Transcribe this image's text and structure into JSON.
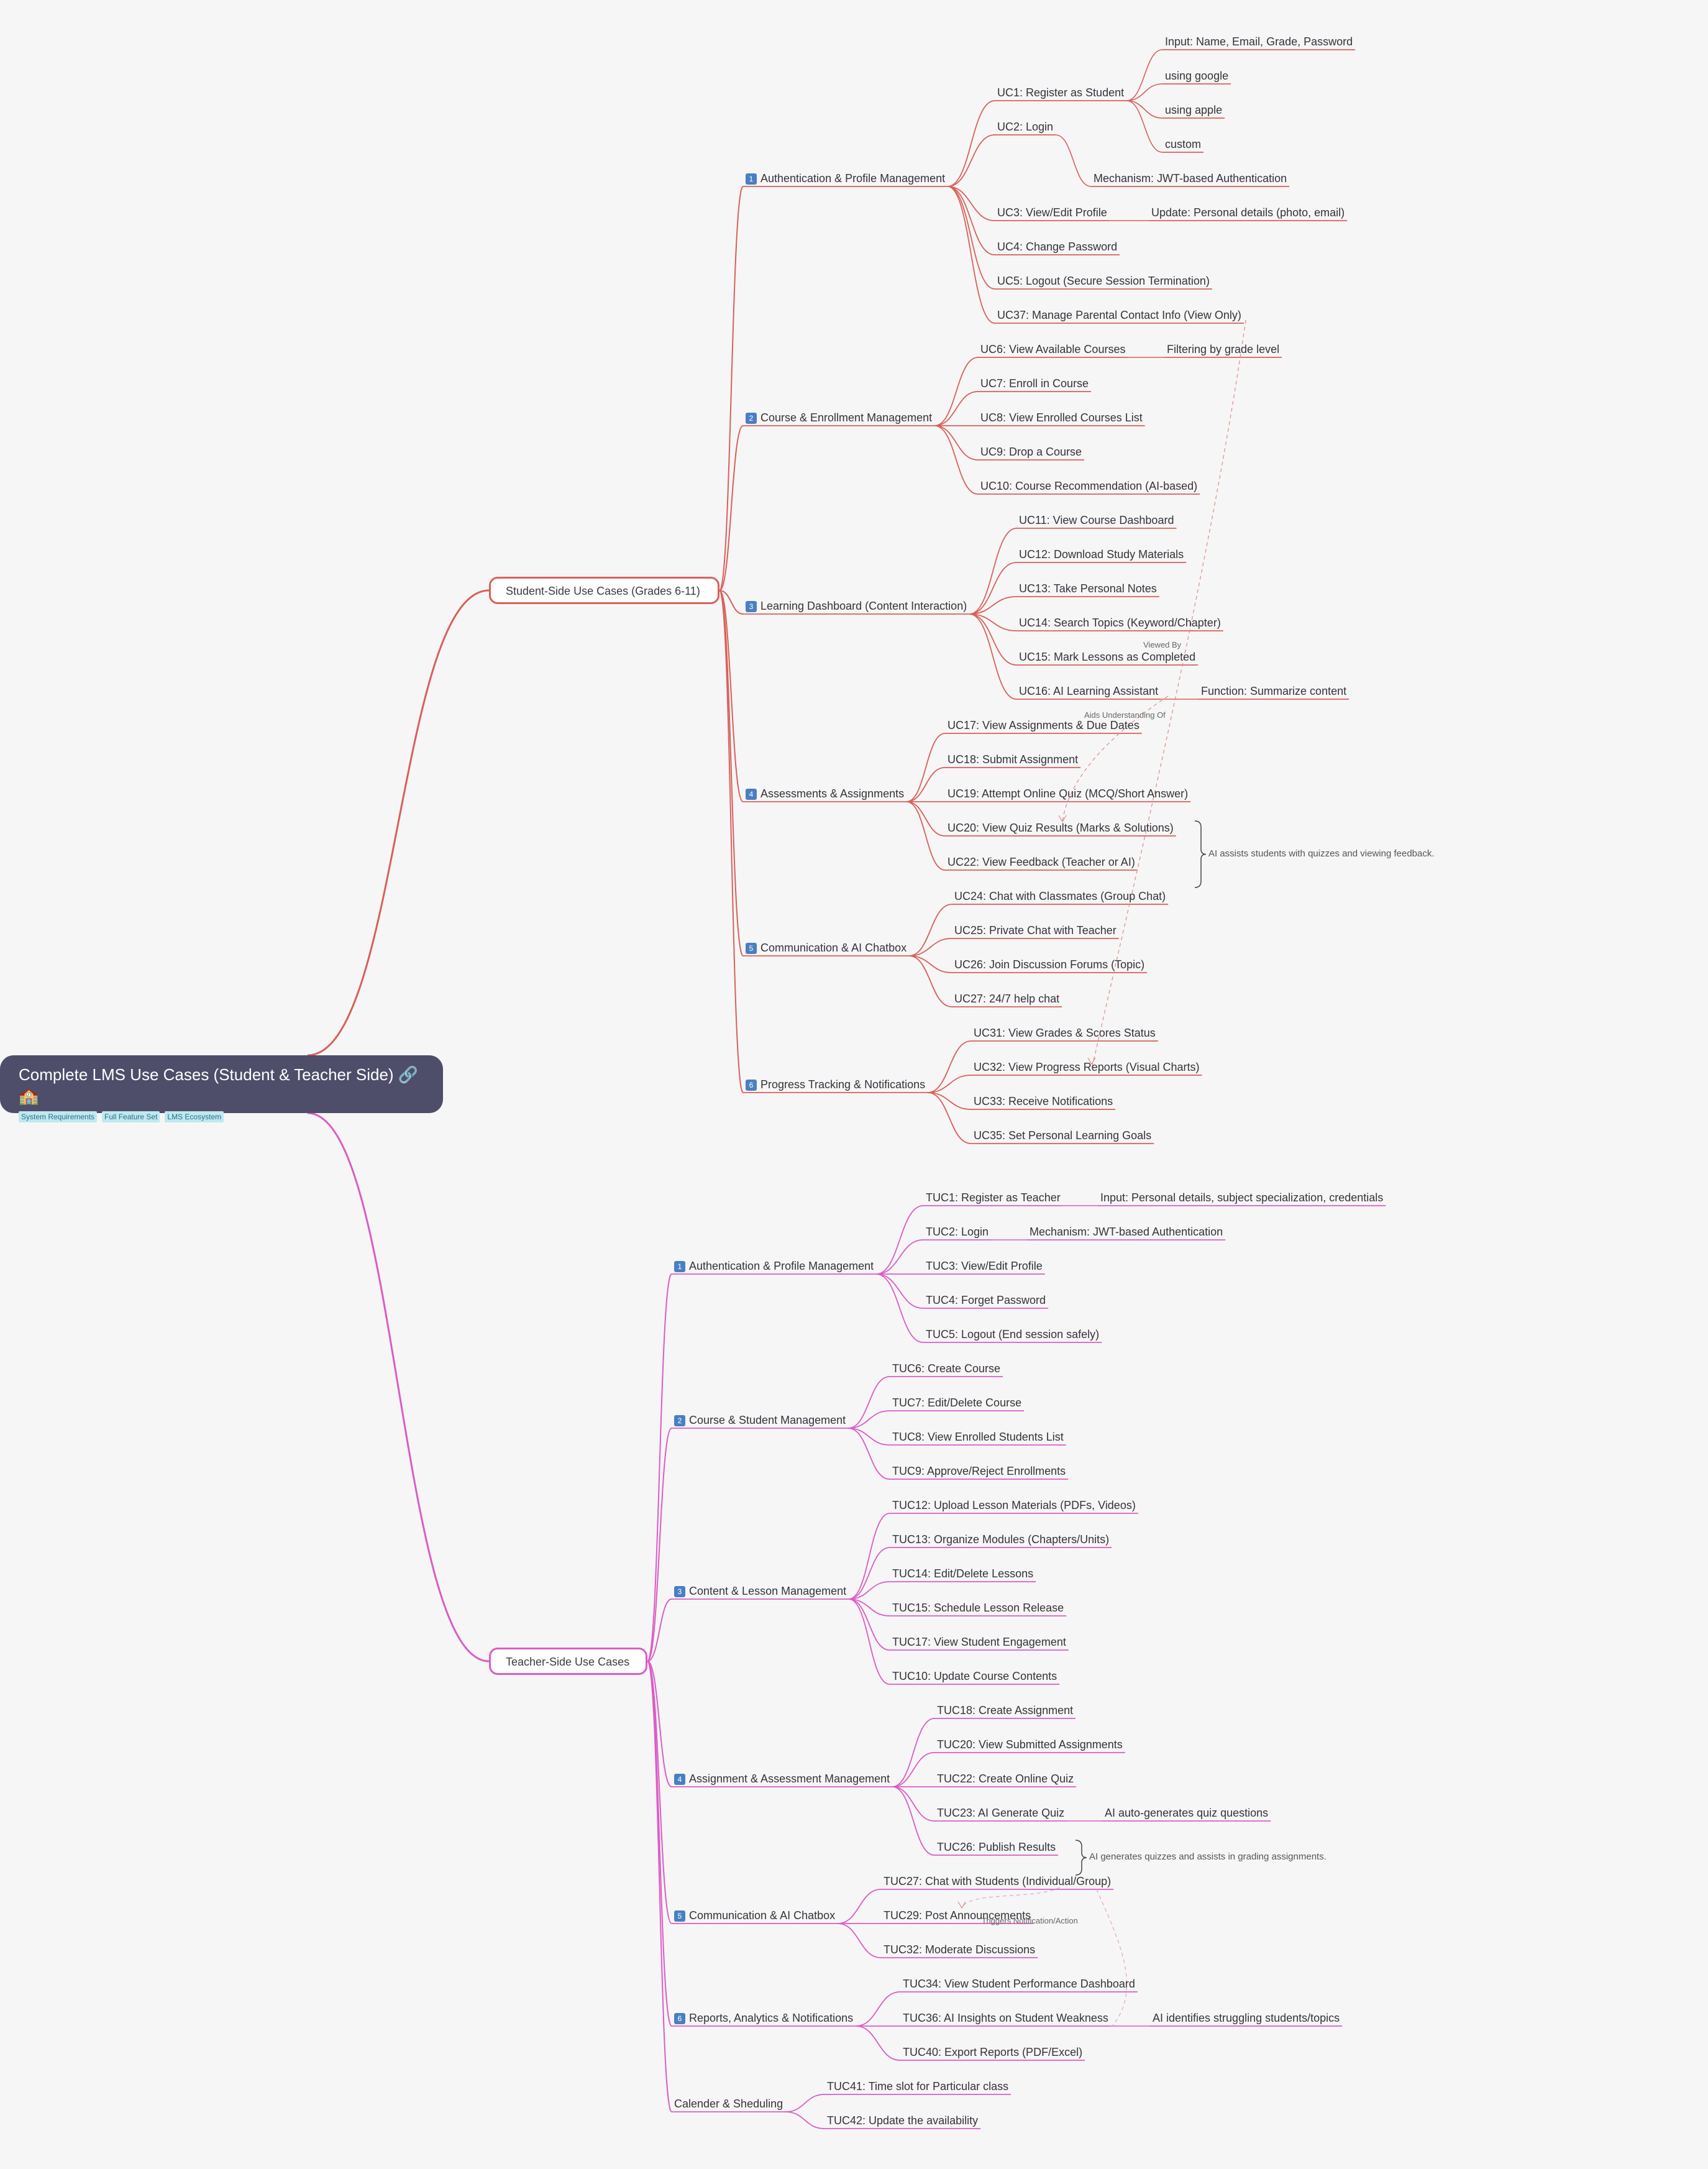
{
  "root": {
    "title": "Complete LMS Use Cases (Student & Teacher Side) 🔗🏫",
    "tags": [
      "System Requirements",
      "Full Feature Set",
      "LMS Ecosystem"
    ]
  },
  "colors": {
    "student": "#d9605a",
    "teacher": "#db5cc5",
    "root_bg": "#4e4e6a"
  },
  "student": {
    "label": "Student-Side Use Cases (Grades 6-11)",
    "sections": [
      {
        "num": "1",
        "label": "Authentication & Profile Management",
        "items": [
          {
            "label": "UC1: Register as Student",
            "children": [
              "Input: Name, Email, Grade, Password",
              "using google",
              "using apple",
              "custom"
            ]
          },
          {
            "label": "UC2: Login",
            "children": [
              "Mechanism: JWT-based Authentication"
            ]
          },
          {
            "label": "UC3: View/Edit Profile",
            "children": [
              "Update: Personal details (photo, email)"
            ]
          },
          {
            "label": "UC4: Change Password"
          },
          {
            "label": "UC5: Logout (Secure Session Termination)"
          },
          {
            "label": "UC37: Manage Parental Contact Info (View Only)"
          }
        ]
      },
      {
        "num": "2",
        "label": "Course & Enrollment Management",
        "items": [
          {
            "label": "UC6: View Available Courses",
            "children": [
              "Filtering by grade level"
            ]
          },
          {
            "label": "UC7: Enroll in Course"
          },
          {
            "label": "UC8: View Enrolled Courses List"
          },
          {
            "label": "UC9: Drop a Course"
          },
          {
            "label": "UC10: Course Recommendation (AI-based)"
          }
        ]
      },
      {
        "num": "3",
        "label": "Learning Dashboard (Content Interaction)",
        "items": [
          {
            "label": "UC11: View Course Dashboard"
          },
          {
            "label": "UC12: Download Study Materials"
          },
          {
            "label": "UC13: Take Personal Notes"
          },
          {
            "label": "UC14: Search Topics (Keyword/Chapter)"
          },
          {
            "label": "UC15: Mark Lessons as Completed"
          },
          {
            "label": "UC16: AI Learning Assistant",
            "children": [
              "Function: Summarize content"
            ]
          }
        ]
      },
      {
        "num": "4",
        "label": "Assessments & Assignments",
        "items": [
          {
            "label": "UC17: View Assignments & Due Dates"
          },
          {
            "label": "UC18: Submit Assignment"
          },
          {
            "label": "UC19: Attempt Online Quiz (MCQ/Short Answer)"
          },
          {
            "label": "UC20: View Quiz Results (Marks & Solutions)"
          },
          {
            "label": "UC22: View Feedback (Teacher or AI)"
          }
        ],
        "summary": "AI assists students with quizzes and viewing feedback."
      },
      {
        "num": "5",
        "label": "Communication & AI Chatbox",
        "items": [
          {
            "label": "UC24: Chat with Classmates (Group Chat)"
          },
          {
            "label": "UC25: Private Chat with Teacher"
          },
          {
            "label": "UC26: Join Discussion Forums (Topic)"
          },
          {
            "label": "UC27: 24/7 help chat"
          }
        ]
      },
      {
        "num": "6",
        "label": "Progress Tracking & Notifications",
        "items": [
          {
            "label": "UC31: View Grades & Scores Status"
          },
          {
            "label": "UC32: View Progress Reports (Visual Charts)"
          },
          {
            "label": "UC33: Receive Notifications"
          },
          {
            "label": "UC35: Set Personal Learning Goals"
          }
        ]
      }
    ]
  },
  "teacher": {
    "label": "Teacher-Side Use Cases",
    "sections": [
      {
        "num": "1",
        "label": "Authentication & Profile Management",
        "items": [
          {
            "label": "TUC1: Register as Teacher",
            "children": [
              "Input: Personal details, subject specialization, credentials"
            ]
          },
          {
            "label": "TUC2: Login",
            "children": [
              "Mechanism: JWT-based Authentication"
            ]
          },
          {
            "label": "TUC3: View/Edit Profile"
          },
          {
            "label": "TUC4: Forget Password"
          },
          {
            "label": "TUC5: Logout (End session safely)"
          }
        ]
      },
      {
        "num": "2",
        "label": "Course & Student Management",
        "items": [
          {
            "label": "TUC6: Create Course"
          },
          {
            "label": "TUC7: Edit/Delete Course"
          },
          {
            "label": "TUC8: View Enrolled Students List"
          },
          {
            "label": "TUC9: Approve/Reject Enrollments"
          }
        ]
      },
      {
        "num": "3",
        "label": "Content & Lesson Management",
        "items": [
          {
            "label": "TUC12: Upload Lesson Materials (PDFs, Videos)"
          },
          {
            "label": "TUC13: Organize Modules (Chapters/Units)"
          },
          {
            "label": "TUC14: Edit/Delete Lessons"
          },
          {
            "label": "TUC15: Schedule Lesson Release"
          },
          {
            "label": "TUC17: View Student Engagement"
          },
          {
            "label": "TUC10: Update Course Contents"
          }
        ]
      },
      {
        "num": "4",
        "label": "Assignment & Assessment Management",
        "items": [
          {
            "label": "TUC18: Create Assignment"
          },
          {
            "label": "TUC20: View Submitted Assignments"
          },
          {
            "label": "TUC22: Create Online Quiz"
          },
          {
            "label": "TUC23: AI Generate Quiz",
            "children": [
              "AI auto-generates quiz questions"
            ]
          },
          {
            "label": "TUC26: Publish Results"
          }
        ],
        "summary": "AI generates quizzes and assists in grading assignments."
      },
      {
        "num": "5",
        "label": "Communication & AI Chatbox",
        "items": [
          {
            "label": "TUC27: Chat with Students (Individual/Group)"
          },
          {
            "label": "TUC29: Post Announcements"
          },
          {
            "label": "TUC32: Moderate Discussions"
          }
        ]
      },
      {
        "num": "6",
        "label": "Reports, Analytics & Notifications",
        "items": [
          {
            "label": "TUC34: View Student Performance Dashboard"
          },
          {
            "label": "TUC36: AI Insights on Student Weakness",
            "children": [
              "AI identifies struggling students/topics"
            ]
          },
          {
            "label": "TUC40: Export Reports (PDF/Excel)"
          }
        ]
      },
      {
        "num": "",
        "label": "Calender & Sheduling",
        "items": [
          {
            "label": "TUC41: Time slot for Particular class"
          },
          {
            "label": "TUC42: Update the availability"
          }
        ]
      }
    ]
  },
  "relationships": [
    {
      "label": "Viewed By"
    },
    {
      "label": "Aids Understanding Of"
    },
    {
      "label": "Triggers Notification/Action"
    }
  ]
}
